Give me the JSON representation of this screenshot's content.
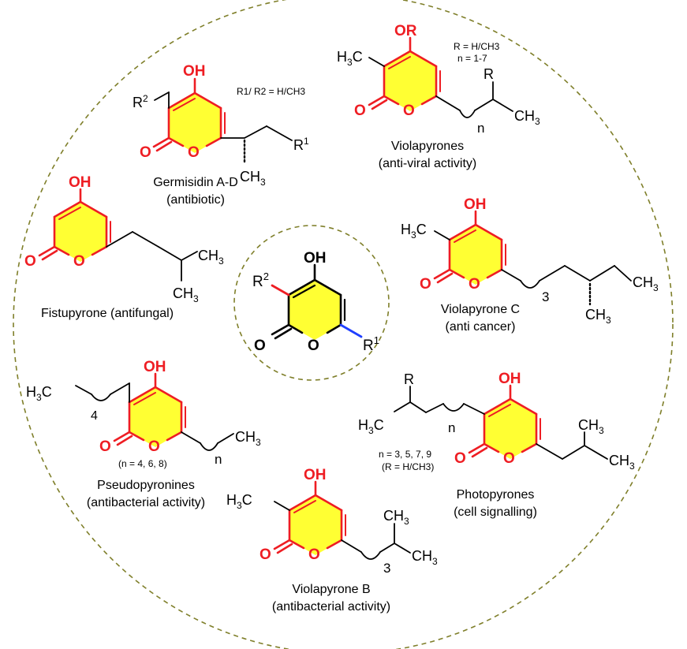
{
  "colors": {
    "ring_fill": "#ffff33",
    "ring_bond": "#ee1d23",
    "chain_bond": "#000000",
    "core_r2_bond": "#ee1d23",
    "core_r1_bond": "#1f3fff",
    "circle": "#7f7f2a"
  },
  "atoms": {
    "oh": "OH",
    "or": "OR",
    "o": "O",
    "methyl_left": "H3C",
    "methyl_right": "CH3",
    "r": "R",
    "r1": "R1",
    "r2": "R2",
    "n": "n",
    "three": "3",
    "four": "4",
    "ch3_pentyl": "H3C"
  },
  "compounds": {
    "core": {
      "r1": "R",
      "r1_sup": "1",
      "r2": "R",
      "r2_sup": "2"
    },
    "germicidin": {
      "name": "Germisidin A-D",
      "activity": "(antibiotic)",
      "note": "R1/ R2 = H/CH3"
    },
    "violapyrones": {
      "name": "Violapyrones",
      "activity": "(anti-viral activity)",
      "note_r": "R = H/CH3",
      "note_n": "n = 1-7"
    },
    "fistupyrone": {
      "name": "Fistupyrone (antifungal)"
    },
    "violapyrone_c": {
      "name": "Violapyrone C",
      "activity": "(anti cancer)"
    },
    "pseudopyronines": {
      "name": "Pseudopyronines",
      "activity": "(antibacterial activity)",
      "note": "(n = 4, 6, 8)"
    },
    "photopyrones": {
      "name": "Photopyrones",
      "activity": "(cell signalling)",
      "note_n": "n = 3, 5, 7, 9",
      "note_r": "(R = H/CH3)"
    },
    "violapyrone_b": {
      "name": "Violapyrone B",
      "activity": "(antibacterial activity)"
    }
  }
}
